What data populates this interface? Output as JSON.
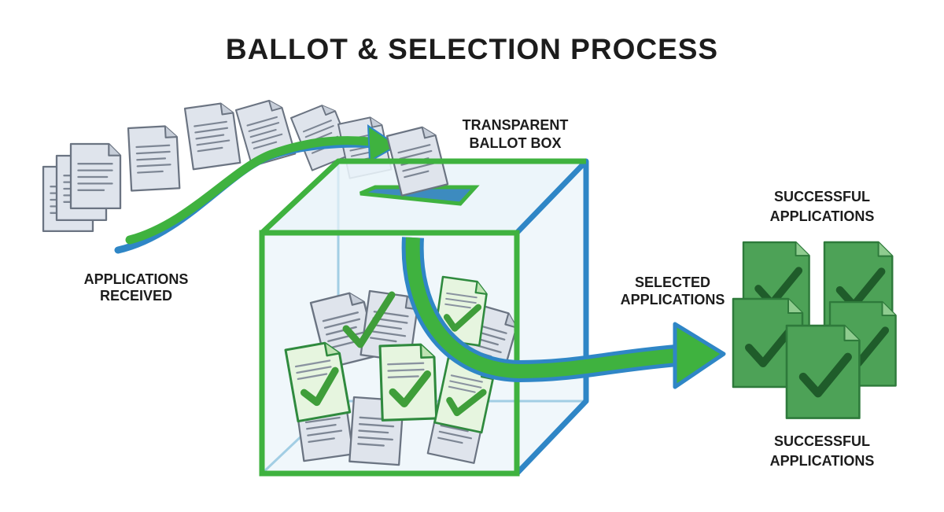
{
  "title": "BALLOT & SELECTION PROCESS",
  "labels": {
    "received_line1": "APPLICATIONS",
    "received_line2": "RECEIVED",
    "box_line1": "TRANSPARENT",
    "box_line2": "BALLOT BOX",
    "selected_line1": "SELECTED",
    "selected_line2": "APPLICATIONS",
    "success_top_line1": "SUCCESSFUL",
    "success_top_line2": "APPLICATIONS",
    "success_bottom_line1": "SUCCESSFUL",
    "success_bottom_line2": "APPLICATIONS"
  },
  "icons": {
    "document": "document-icon",
    "approved_document": "approved-document-icon",
    "checkmark": "checkmark-icon",
    "arrow": "arrow-icon"
  },
  "colors": {
    "green": "#3fb23f",
    "dark_green": "#2f8a3e",
    "blue": "#2f86c6",
    "paper": "#dfe4ec",
    "paper_line": "#6b7482",
    "approved_fill": "#e6f5df",
    "box_glass": "#e6f2f9"
  }
}
